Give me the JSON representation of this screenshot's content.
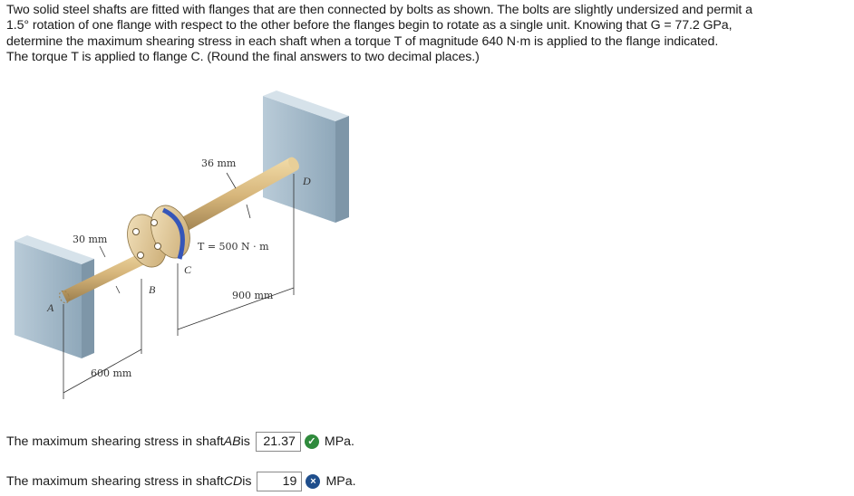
{
  "problem": {
    "line1": "Two solid steel shafts are fitted with flanges that are then connected by bolts as shown. The bolts are slightly undersized and permit a",
    "line2": "1.5° rotation of one flange with respect to the other before the flanges begin to rotate as a single unit. Knowing that G = 77.2 GPa,",
    "line3": "determine the maximum shearing stress in each shaft when a torque T of magnitude 640 N·m is applied to the flange indicated.",
    "line4": "The torque T is applied to flange C. (Round the final answers to two decimal places.)"
  },
  "figure": {
    "dim_36": "36 mm",
    "dim_30": "30 mm",
    "torque": "T = 500 N · m",
    "dim_900": "900 mm",
    "dim_600": "600 mm",
    "label_a": "A",
    "label_b": "B",
    "label_c": "C",
    "label_d": "D"
  },
  "answers": [
    {
      "prefix": "The maximum shearing stress in shaft ",
      "shaft": "AB",
      "suffix": " is",
      "value": "21.37",
      "unit": "MPa.",
      "status": "correct",
      "status_glyph": "✓"
    },
    {
      "prefix": "The maximum shearing stress in shaft ",
      "shaft": "CD",
      "suffix": " is",
      "value": "19",
      "unit": "MPa.",
      "status": "incorrect",
      "status_glyph": "×"
    }
  ]
}
